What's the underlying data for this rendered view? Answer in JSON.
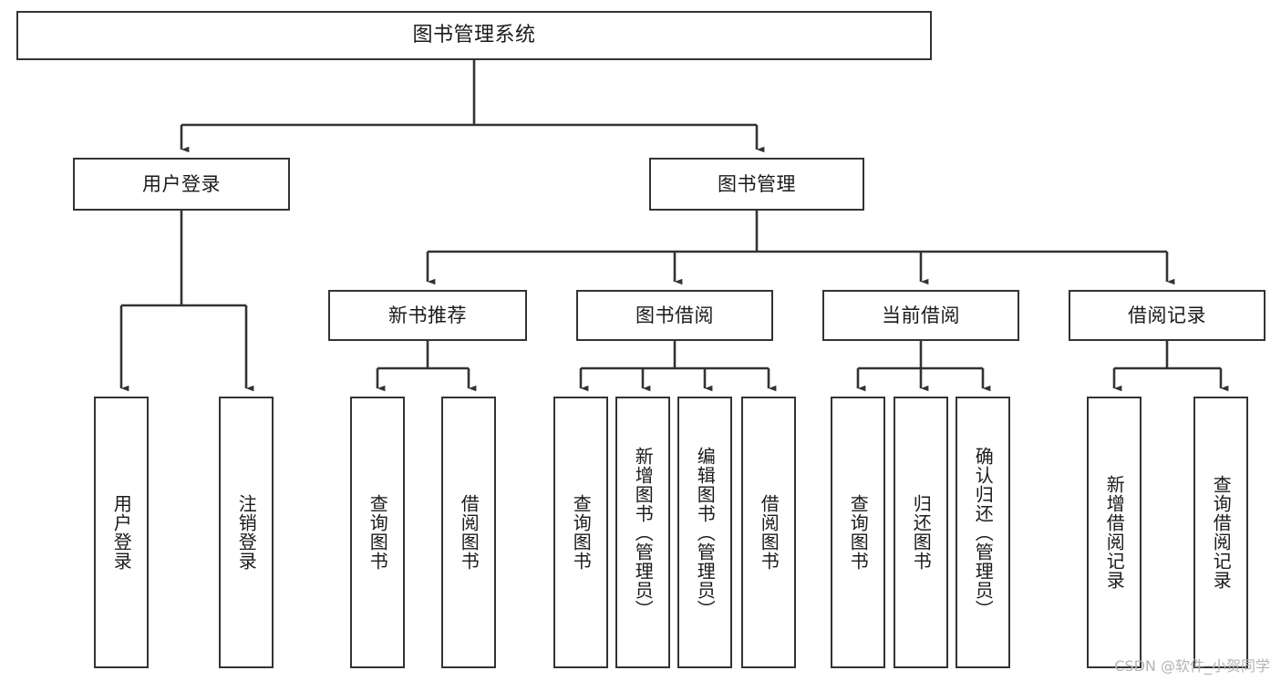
{
  "diagram": {
    "title": "图书管理系统",
    "watermark": "CSDN @软件_小贺同学",
    "stroke_color": "#333333",
    "background_color": "#ffffff",
    "text_color": "#1a1a1a",
    "watermark_color": "#b3b3b3"
  },
  "nodes": {
    "root": {
      "label": "图书管理系统"
    },
    "level2": [
      {
        "id": "user-login",
        "label": "用户登录"
      },
      {
        "id": "book-manage",
        "label": "图书管理"
      }
    ],
    "level3": [
      {
        "id": "new-book-recommend",
        "label": "新书推荐"
      },
      {
        "id": "book-borrow",
        "label": "图书借阅"
      },
      {
        "id": "current-borrow",
        "label": "当前借阅"
      },
      {
        "id": "borrow-record",
        "label": "借阅记录"
      }
    ],
    "leaves": {
      "user_login": [
        {
          "id": "leaf-user-login",
          "label": "用户登录"
        },
        {
          "id": "leaf-logout-login",
          "label": "注销登录"
        }
      ],
      "new_book_recommend": [
        {
          "id": "leaf-query-book-1",
          "label": "查询图书"
        },
        {
          "id": "leaf-borrow-book-1",
          "label": "借阅图书"
        }
      ],
      "book_borrow": [
        {
          "id": "leaf-query-book-2",
          "label": "查询图书"
        },
        {
          "id": "leaf-add-book",
          "label": "新增图书（管理员）"
        },
        {
          "id": "leaf-edit-book",
          "label": "编辑图书（管理员）"
        },
        {
          "id": "leaf-borrow-book-2",
          "label": "借阅图书"
        }
      ],
      "current_borrow": [
        {
          "id": "leaf-query-book-3",
          "label": "查询图书"
        },
        {
          "id": "leaf-return-book",
          "label": "归还图书"
        },
        {
          "id": "leaf-confirm-return",
          "label": "确认归还（管理员）"
        }
      ],
      "borrow_record": [
        {
          "id": "leaf-add-record",
          "label": "新增借阅记录"
        },
        {
          "id": "leaf-query-record",
          "label": "查询借阅记录"
        }
      ]
    }
  }
}
